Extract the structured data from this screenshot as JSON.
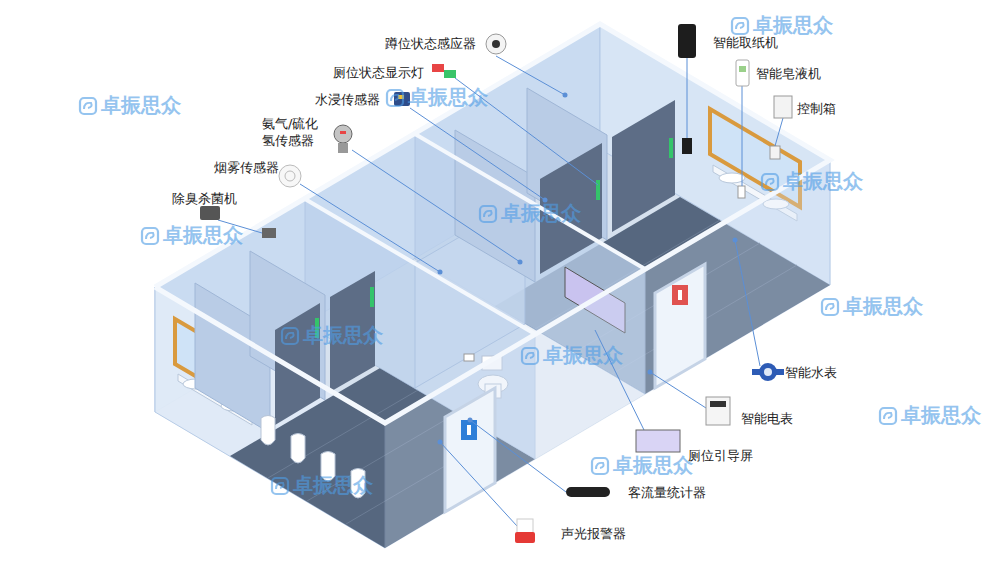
{
  "diagram": {
    "labels": [
      "蹲位状态感应器",
      "厕位状态显示灯",
      "水浸传感器",
      "氨气/硫化 氢传感器",
      "烟雾传感器",
      "除臭杀菌机",
      "智能取纸机",
      "智能皂液机",
      "控制箱",
      "智能水表",
      "智能电表",
      "厕位引导屏",
      "客流量统计器",
      "声光报警器",
      "卓振思众",
      "卓振思众",
      "卓振思众",
      "卓振思众",
      "卓振思众",
      "卓振思众",
      "卓振思众",
      "卓振思众",
      "卓振思众",
      "卓振思众",
      "卓振思众",
      "卓振思众"
    ]
  }
}
